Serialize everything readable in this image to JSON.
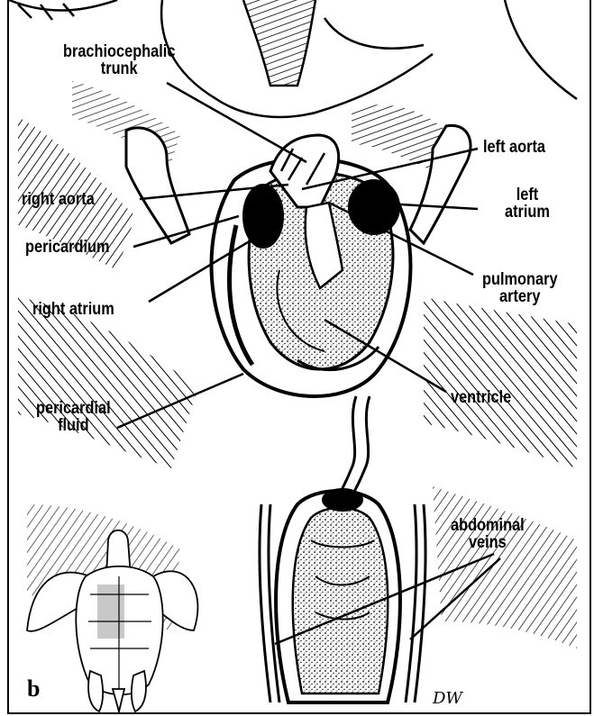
{
  "labels": {
    "brachiocephalic_trunk": "brachiocephalic\ntrunk",
    "left_aorta": "left aorta",
    "left_atrium": "left\natrium",
    "right_aorta": "right aorta",
    "pericardium": "pericardium",
    "pulmonary_artery": "pulmonary\nartery",
    "right_atrium": "right atrium",
    "ventricle": "ventricle",
    "pericardial_fluid": "pericardial\nfluid",
    "abdominal_veins": "abdominal\nveins"
  },
  "panel_letter": "b",
  "artist_signature": "DW",
  "colors": {
    "ink": "#000000",
    "paper": "#ffffff",
    "highlight": "#c8c8c8"
  }
}
